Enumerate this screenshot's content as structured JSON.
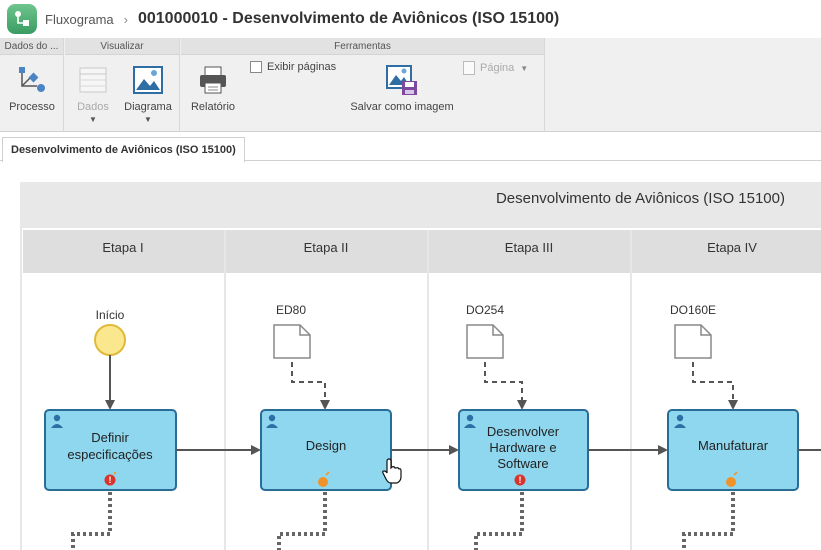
{
  "header": {
    "app_name": "Fluxograma",
    "separator": "›",
    "title": "001000010 - Desenvolvimento de Aviônicos (ISO 15100)"
  },
  "ribbon": {
    "groups": [
      {
        "label": "Dados do ..."
      },
      {
        "label": "Visualizar"
      },
      {
        "label": "Ferramentas"
      }
    ],
    "processo_label": "Processo",
    "dados_label": "Dados",
    "diagrama_label": "Diagrama",
    "relatorio_label": "Relatório",
    "exibir_paginas_label": "Exibir páginas",
    "salvar_imagem_label": "Salvar como imagem",
    "pagina_label": "Página"
  },
  "tabs": [
    {
      "label": "Desenvolvimento de Aviônicos (ISO 15100)"
    }
  ],
  "diagram": {
    "pool_title": "Desenvolvimento de Aviônicos (ISO 15100)",
    "lanes": [
      {
        "label": "Etapa I"
      },
      {
        "label": "Etapa II"
      },
      {
        "label": "Etapa III"
      },
      {
        "label": "Etapa IV"
      }
    ],
    "start_event_label": "Início",
    "documents": [
      {
        "label": "ED80"
      },
      {
        "label": "DO254"
      },
      {
        "label": "DO160E"
      }
    ],
    "tasks": [
      {
        "line1": "Definir",
        "line2": "especificações",
        "line3": ""
      },
      {
        "line1": "Design",
        "line2": "",
        "line3": ""
      },
      {
        "line1": "Desenvolver",
        "line2": "Hardware e",
        "line3": "Software"
      },
      {
        "line1": "Manufaturar",
        "line2": "",
        "line3": ""
      }
    ],
    "colors": {
      "task_fill": "#8fd7ef",
      "task_stroke": "#2a6c98",
      "start_fill": "#fbe88e",
      "start_stroke": "#e0b938",
      "lane_header": "#dedede",
      "pool_header": "#e8e8e8"
    },
    "icons": [
      "user-icon",
      "alert-icon",
      "flame-icon",
      "document-icon",
      "hand-cursor-icon"
    ]
  }
}
